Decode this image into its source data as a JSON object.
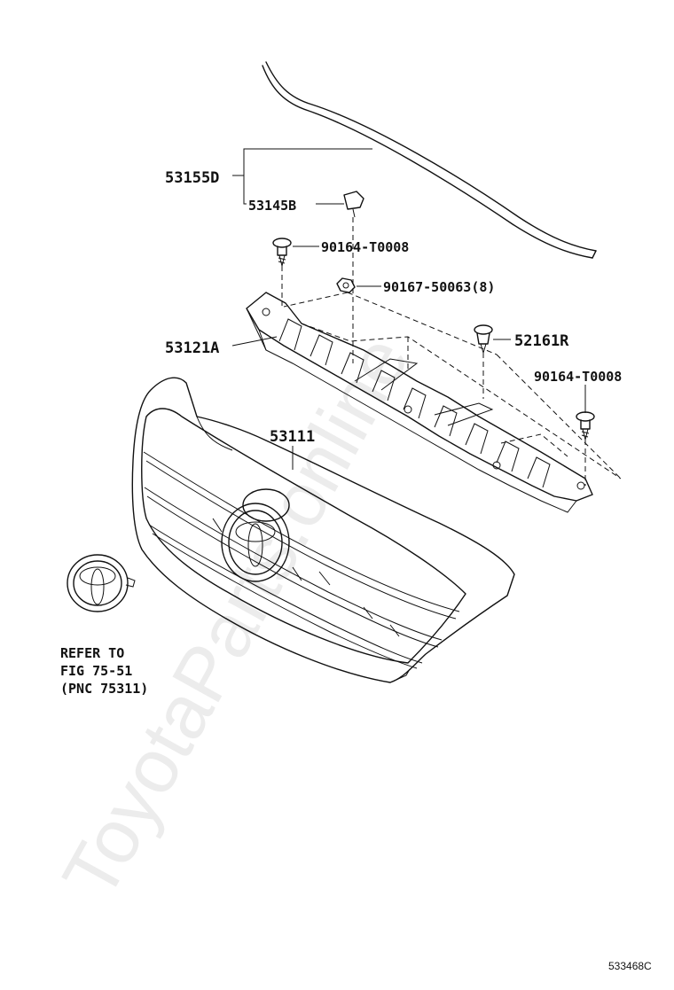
{
  "watermark": "ToyotaParts.online",
  "figure_id": "533468C",
  "reference_note": {
    "line1": "REFER TO",
    "line2": "FIG 75-51",
    "line3": "(PNC 75311)"
  },
  "callouts": {
    "p53155D": "53155D",
    "p53145B": "53145B",
    "p90164_top": "90164-T0008",
    "p90167": "90167-50063(8)",
    "p53121A": "53121A",
    "p52161R": "52161R",
    "p90164_right": "90164-T0008",
    "p53111": "53111"
  }
}
